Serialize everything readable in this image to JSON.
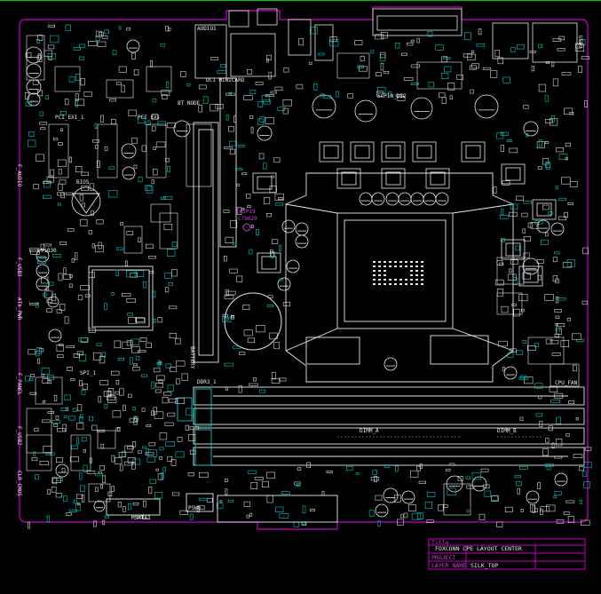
{
  "colors": {
    "background": "#000000",
    "outline": "#c800c8",
    "white": "#e8e8e8",
    "cyan": "#00c8c8",
    "green": "#00c800",
    "magenta_label": "#d040d0"
  },
  "board_labels": {
    "audio": "AUDIO1",
    "dc_minicard": "DC1 MINICARD",
    "usb_rear": "USB3",
    "bt_node": "BT NODE",
    "pci_ex1_a": "PCI_EX1_1",
    "pci_ex1_b": "PCI_EX1",
    "cpu_fan": "SCPIN_DS2",
    "dimm_a": "DIMM_A",
    "dimm_b": "DIMM_B",
    "battery": "BATTERY",
    "bios": "BIOS",
    "lpc": "C91830",
    "spi": "SPI_1",
    "sata": "MSATA1",
    "pswg": "PSWG",
    "cpu_fan_right": "CPU_FAN",
    "usb_left_1": "F_USB3",
    "usb_left_2": "F_USB2",
    "panel": "F_PANEL",
    "audio_left": "F_AUDIO",
    "ddr": "DDR3_1",
    "power": "ATX_PWR",
    "clr": "CLR_CMOS",
    "chip_id": "CHIP19",
    "chip_id2": "C79629"
  },
  "title_block": {
    "header": "Title",
    "company": "FOXCONN CPE LAYOUT CENTER",
    "project_label": "PROJECT",
    "layer_label": "LAYER NAME",
    "layer_value": "SILK_TOP"
  }
}
